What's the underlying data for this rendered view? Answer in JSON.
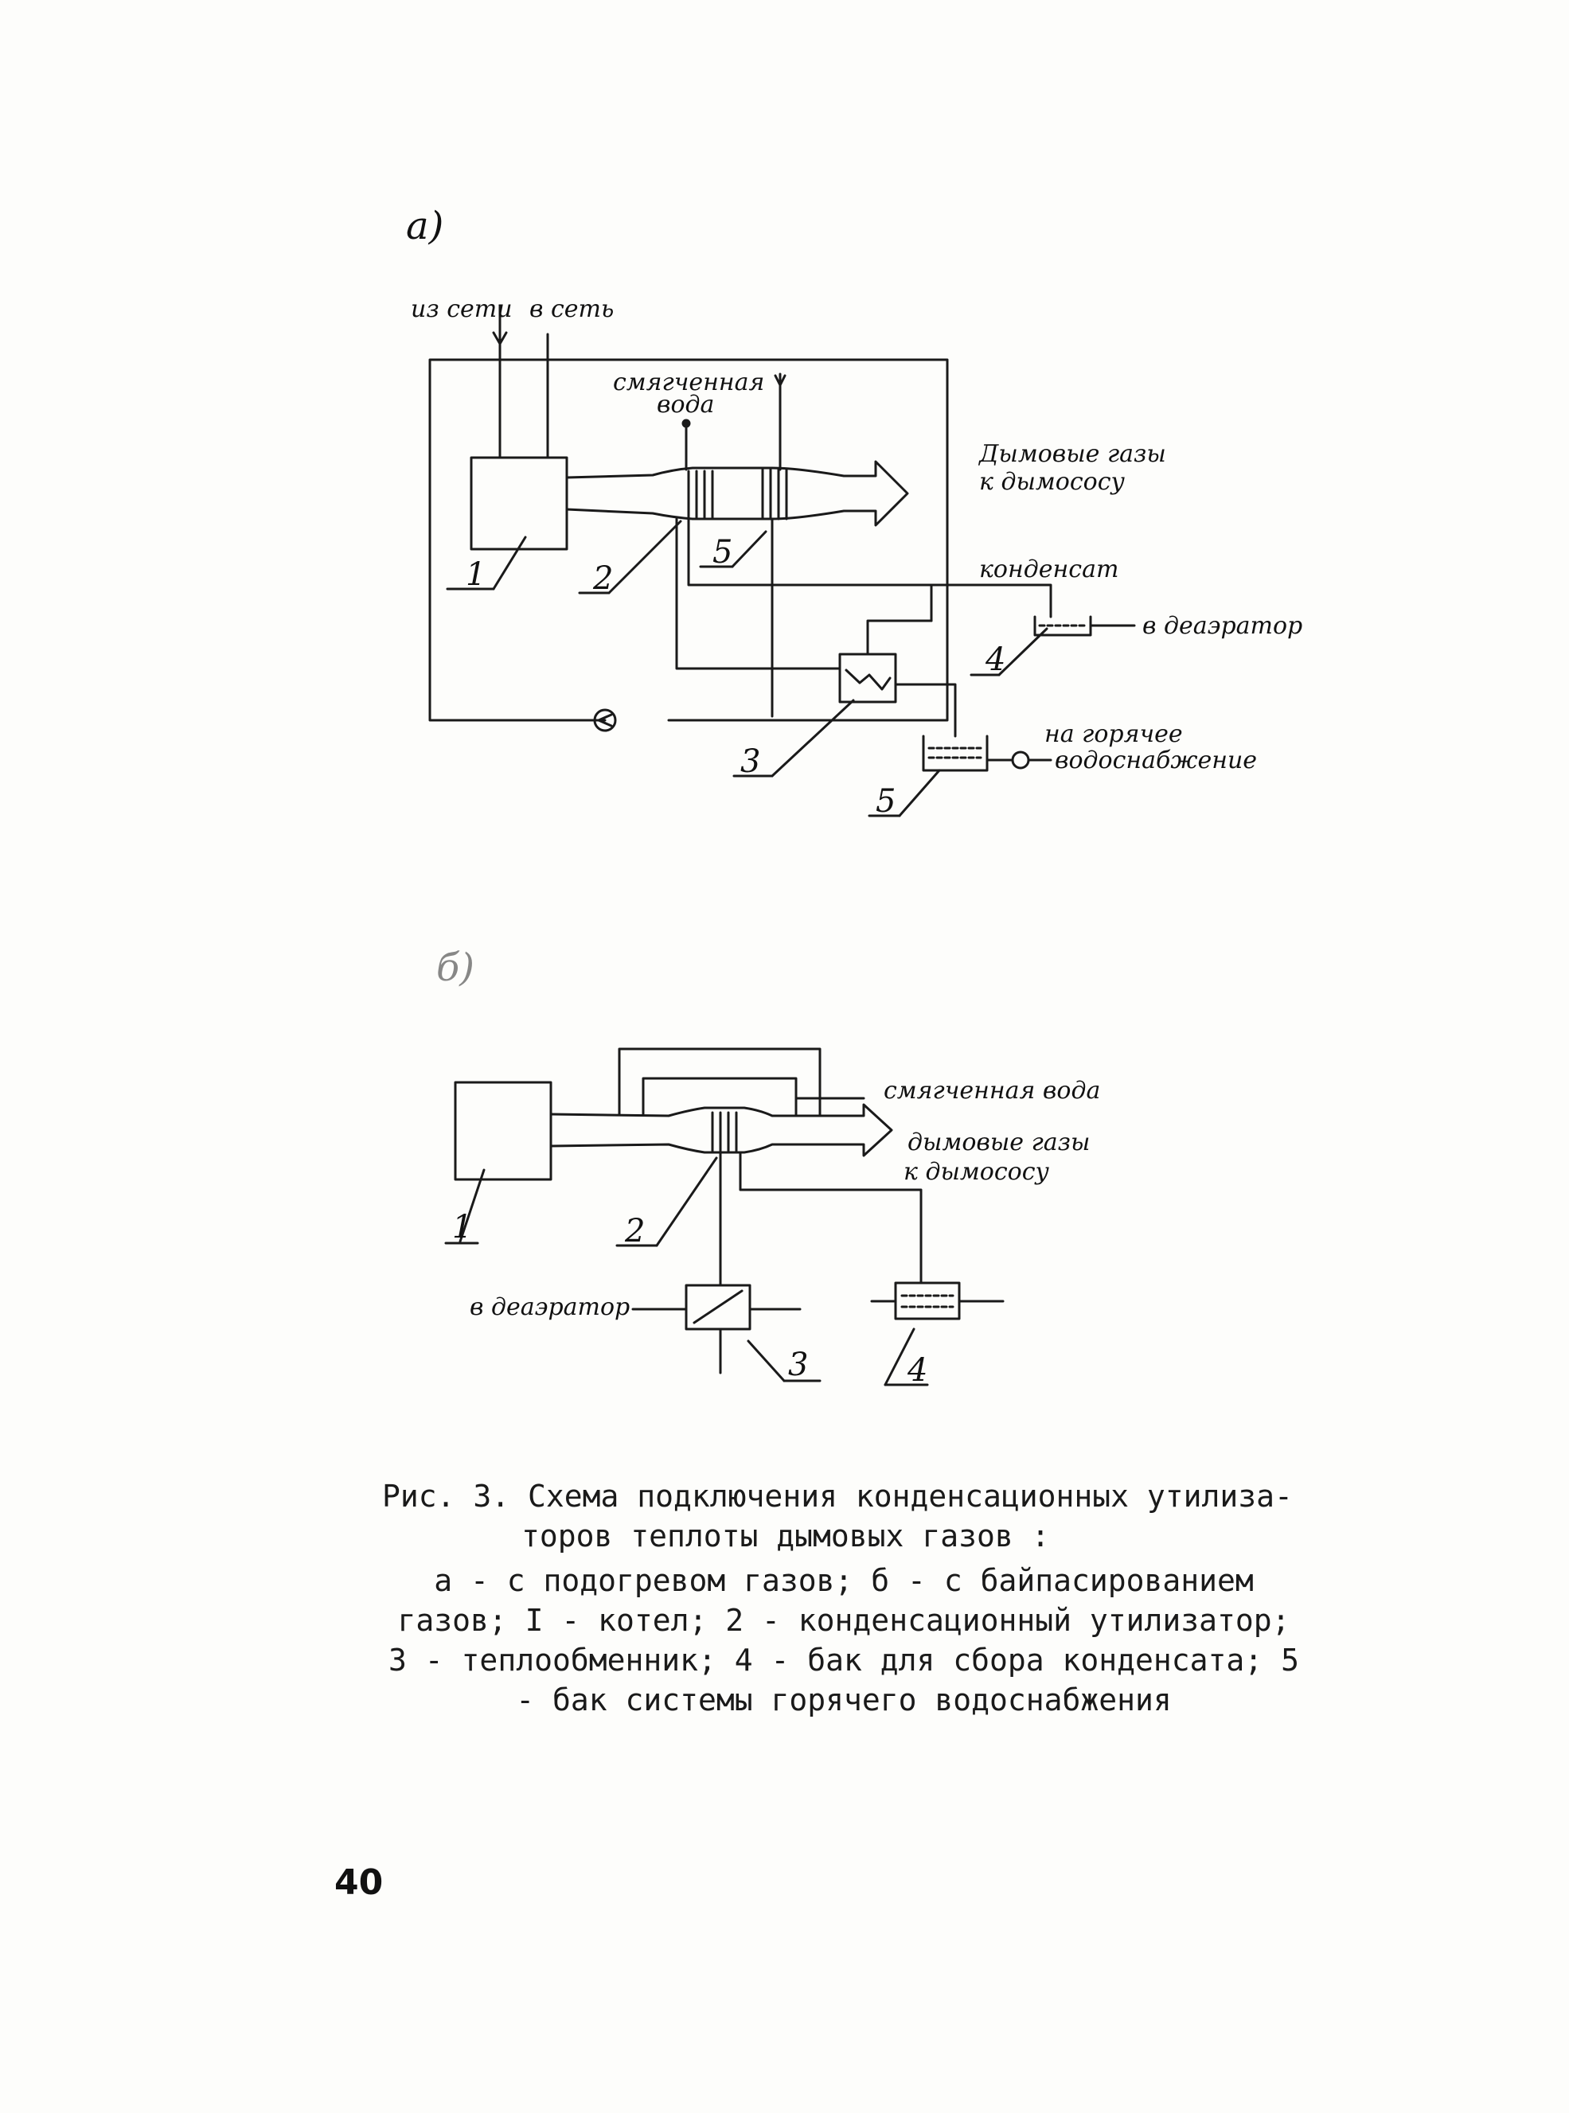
{
  "panel_a": {
    "letter": "а)",
    "labels": {
      "from_network": "из сети",
      "to_network": "в сеть",
      "softened_water_l1": "смягченная",
      "softened_water_l2": "вода",
      "flue_gases_l1": "Дымовые газы",
      "flue_gases_l2": "к дымососу",
      "condensate": "конденсат",
      "to_deaerator": "в деаэратор",
      "hot_water_l1": "на горячее",
      "hot_water_l2": "водоснабжение"
    },
    "numbers": {
      "n1": "1",
      "n2": "2",
      "n5_top": "5",
      "n3": "3",
      "n4": "4",
      "n5_bottom": "5"
    }
  },
  "panel_b": {
    "letter": "б)",
    "labels": {
      "softened_water": "смягченная вода",
      "flue_gases_l1": "дымовые газы",
      "flue_gases_l2": "к дымососу",
      "to_deaerator": "в деаэратор"
    },
    "numbers": {
      "n1": "1",
      "n2": "2",
      "n3": "3",
      "n4": "4"
    }
  },
  "caption": {
    "line1": "Рис. 3. Схема подключения конденсационных утилиза-",
    "line2": "торов теплоты дымовых газов :",
    "body": "а - с подогревом газов; б - с байпасированием газов; I - котел; 2 - конденсационный утилизатор; 3 - теплообменник; 4 - бак для сбора конденсата; 5 - бак системы горячего водоснабжения"
  },
  "page_number": "40"
}
